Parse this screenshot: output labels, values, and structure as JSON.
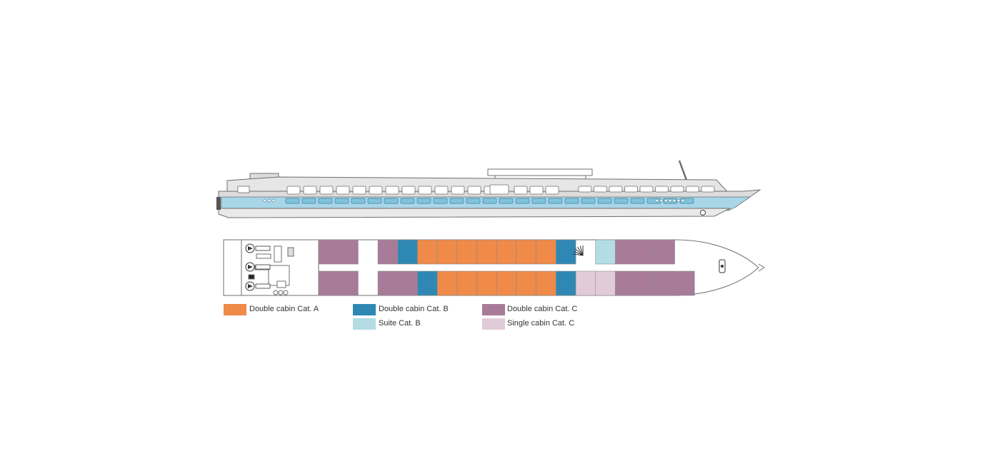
{
  "colors": {
    "double_a": "#f08a48",
    "double_b": "#2f88b3",
    "double_c": "#a87b99",
    "suite_b": "#b4dce4",
    "single_c": "#e2cbd9",
    "hull_blue": "#a8d6e8",
    "outline": "#6f6f6f"
  },
  "legend": [
    {
      "key": "double_a",
      "label": "Double cabin Cat. A"
    },
    {
      "key": "double_b",
      "label": "Double cabin Cat. B"
    },
    {
      "key": "double_c",
      "label": "Double cabin Cat. C"
    },
    {
      "key": "suite_b",
      "label": "Suite Cat. B"
    },
    {
      "key": "single_c",
      "label": "Single cabin Cat. C"
    }
  ],
  "deck_plan": {
    "top_row": [
      "double_c",
      "double_c",
      "gap",
      "double_c",
      "double_b",
      "double_a",
      "double_a",
      "double_a",
      "double_a",
      "double_a",
      "double_a",
      "double_a",
      "double_b",
      "stairs",
      "suite_b",
      "double_c",
      "double_c",
      "double_c"
    ],
    "bottom_row": [
      "double_c",
      "double_c",
      "gap",
      "double_c",
      "double_c",
      "double_b",
      "double_a",
      "double_a",
      "double_a",
      "double_a",
      "double_a",
      "double_a",
      "double_b",
      "single_c",
      "single_c",
      "double_c",
      "double_c",
      "double_c",
      "double_c"
    ]
  }
}
